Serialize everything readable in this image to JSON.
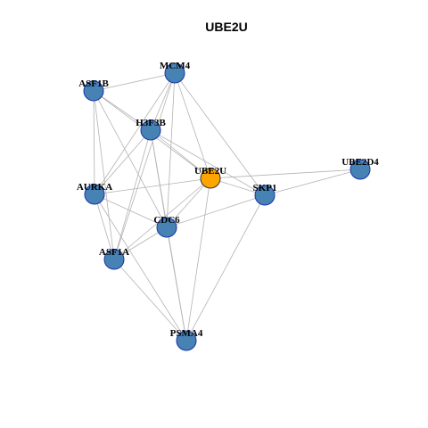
{
  "title": "UBE2U",
  "colors": {
    "edge": "#b3b3b3",
    "node_fill": "#4682b4",
    "node_stroke": "#1a33aa",
    "center_fill": "#ffa500",
    "center_stroke": "#333333"
  },
  "nodes": [
    {
      "id": "MCM4",
      "label": "MCM4",
      "center": false
    },
    {
      "id": "ASF1B",
      "label": "ASF1B",
      "center": false
    },
    {
      "id": "H3F3B",
      "label": "H3F3B",
      "center": false
    },
    {
      "id": "UBE2U",
      "label": "UBE2U",
      "center": true
    },
    {
      "id": "UBE2D4",
      "label": "UBE2D4",
      "center": false
    },
    {
      "id": "AURKA",
      "label": "AURKA",
      "center": false
    },
    {
      "id": "SKP1",
      "label": "SKP1",
      "center": false
    },
    {
      "id": "CDC6",
      "label": "CDC6",
      "center": false
    },
    {
      "id": "ASF1A",
      "label": "ASF1A",
      "center": false
    },
    {
      "id": "PSMA4",
      "label": "PSMA4",
      "center": false
    }
  ],
  "edges": [
    [
      "MCM4",
      "ASF1B"
    ],
    [
      "MCM4",
      "H3F3B"
    ],
    [
      "MCM4",
      "AURKA"
    ],
    [
      "MCM4",
      "CDC6"
    ],
    [
      "MCM4",
      "ASF1A"
    ],
    [
      "MCM4",
      "UBE2U"
    ],
    [
      "MCM4",
      "SKP1"
    ],
    [
      "ASF1B",
      "H3F3B"
    ],
    [
      "ASF1B",
      "AURKA"
    ],
    [
      "ASF1B",
      "CDC6"
    ],
    [
      "ASF1B",
      "ASF1A"
    ],
    [
      "ASF1B",
      "UBE2U"
    ],
    [
      "H3F3B",
      "AURKA"
    ],
    [
      "H3F3B",
      "CDC6"
    ],
    [
      "H3F3B",
      "ASF1A"
    ],
    [
      "H3F3B",
      "UBE2U"
    ],
    [
      "H3F3B",
      "SKP1"
    ],
    [
      "H3F3B",
      "PSMA4"
    ],
    [
      "UBE2U",
      "UBE2D4"
    ],
    [
      "UBE2U",
      "SKP1"
    ],
    [
      "UBE2U",
      "AURKA"
    ],
    [
      "UBE2U",
      "CDC6"
    ],
    [
      "UBE2U",
      "ASF1A"
    ],
    [
      "UBE2U",
      "PSMA4"
    ],
    [
      "UBE2D4",
      "SKP1"
    ],
    [
      "AURKA",
      "CDC6"
    ],
    [
      "AURKA",
      "ASF1A"
    ],
    [
      "AURKA",
      "PSMA4"
    ],
    [
      "SKP1",
      "CDC6"
    ],
    [
      "SKP1",
      "PSMA4"
    ],
    [
      "CDC6",
      "ASF1A"
    ],
    [
      "CDC6",
      "PSMA4"
    ],
    [
      "ASF1A",
      "PSMA4"
    ]
  ]
}
